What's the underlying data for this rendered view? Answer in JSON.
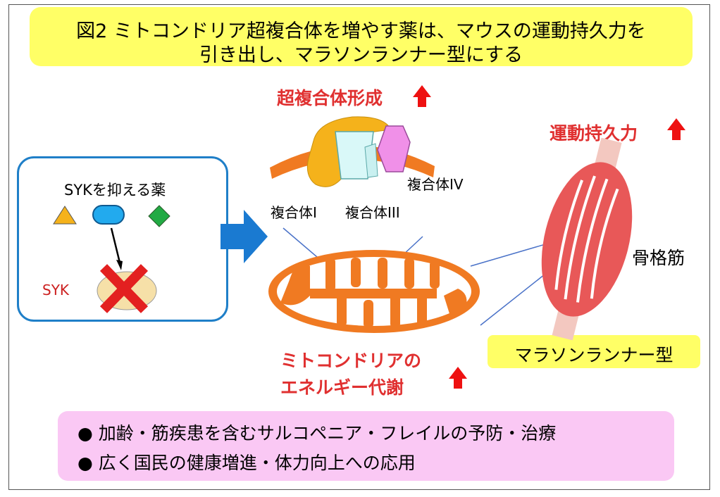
{
  "title": {
    "line1": "図2 ミトコンドリア超複合体を増やす薬は、マウスの運動持久力を",
    "line2": "引き出し、マラソンランナー型にする"
  },
  "drug_panel": {
    "heading": "SYKを抑える薬",
    "target": "SYK"
  },
  "supercomplex": {
    "heading": "超複合体形成",
    "complex1": "複合体I",
    "complex3": "複合体III",
    "complex4": "複合体IV"
  },
  "mito": {
    "label_line1": "ミトコンドリアの",
    "label_line2": "エネルギー代謝"
  },
  "muscle": {
    "endurance": "運動持久力",
    "label": "骨格筋",
    "type": "マラソンランナー型"
  },
  "outcomes": [
    "加齢・筋疾患を含むサルコペニア・フレイルの予防・治療",
    "広く国民の健康増進・体力向上への応用"
  ],
  "colors": {
    "title_bg": "#ffff66",
    "accent_red": "#e03030",
    "panel_border": "#1f7fc8",
    "mito_orange": "#f07a22",
    "muscle_red": "#e85858",
    "bottom_bg": "#fac8f4"
  }
}
